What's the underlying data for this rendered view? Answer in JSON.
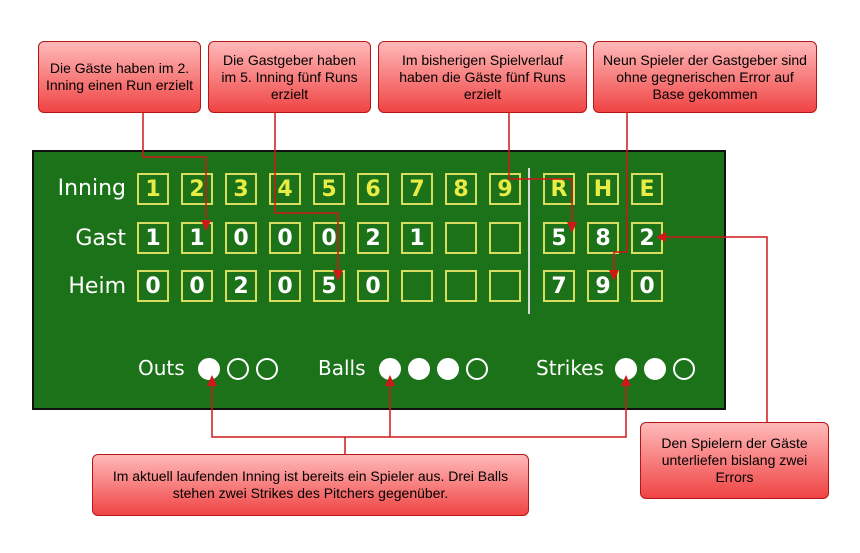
{
  "scoreboard": {
    "row_labels": {
      "inning": "Inning",
      "guest": "Gast",
      "home": "Heim"
    },
    "innings": [
      "1",
      "2",
      "3",
      "4",
      "5",
      "6",
      "7",
      "8",
      "9"
    ],
    "rhe_headers": [
      "R",
      "H",
      "E"
    ],
    "guest_innings": [
      "1",
      "1",
      "0",
      "0",
      "0",
      "2",
      "1",
      "",
      ""
    ],
    "home_innings": [
      "0",
      "0",
      "2",
      "0",
      "5",
      "0",
      "",
      "",
      ""
    ],
    "guest_rhe": [
      "5",
      "8",
      "2"
    ],
    "home_rhe": [
      "7",
      "9",
      "0"
    ]
  },
  "indicators": {
    "outs_label": "Outs",
    "outs_count": 1,
    "outs_total": 3,
    "balls_label": "Balls",
    "balls_count": 3,
    "balls_total": 4,
    "strikes_label": "Strikes",
    "strikes_count": 2,
    "strikes_total": 3
  },
  "annotations": {
    "guest_inning2": "Die Gäste haben im 2. Inning einen Run erzielt",
    "home_inning5": "Die Gastgeber haben im 5. Inning fünf Runs erzielt",
    "guest_runs": "Im bisherigen Spielverlauf haben die Gäste fünf Runs erzielt",
    "home_hits": "Neun Spieler der Gastgeber sind ohne gegnerischen Error auf Base gekommen",
    "count_status": "Im aktuell laufenden Inning ist bereits ein Spieler aus. Drei Balls stehen zwei Strikes des Pitchers gegenüber.",
    "guest_errors": "Den Spielern der Gäste unterliefen bislang zwei Errors"
  },
  "colors": {
    "board": "#1c7218",
    "cell_border": "#d9dd5f",
    "header_text": "#e9ec45",
    "callout": "#f04444",
    "line": "#d01818"
  }
}
